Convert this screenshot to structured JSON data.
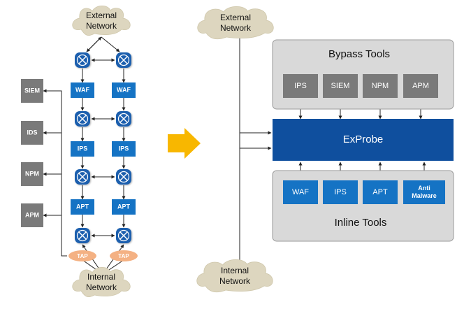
{
  "left": {
    "clouds": {
      "external": [
        "External",
        "Network"
      ],
      "internal": [
        "Internal",
        "Network"
      ]
    },
    "devices": [
      "WAF",
      "IPS",
      "APT"
    ],
    "side_tools": [
      "SIEM",
      "IDS",
      "NPM",
      "APM"
    ],
    "tap_label": "TAP"
  },
  "right": {
    "clouds": {
      "external": [
        "External",
        "Network"
      ],
      "internal": [
        "Internal",
        "Network"
      ]
    },
    "bypass": {
      "title": "Bypass Tools",
      "tools": [
        "IPS",
        "SIEM",
        "NPM",
        "APM"
      ]
    },
    "exprobe": "ExProbe",
    "inline": {
      "title": "Inline Tools",
      "tools": [
        [
          "WAF"
        ],
        [
          "IPS"
        ],
        [
          "APT"
        ],
        [
          "Anti",
          "Malware"
        ]
      ]
    }
  },
  "colors": {
    "cloud": "#ddd6bf",
    "device_blue": "#1573c4",
    "router_blue": "#1a5fae",
    "tool_gray": "#7a7a7a",
    "panel_gray": "#d9d9d9",
    "exprobe_blue": "#0f4f9e",
    "arrow_orange": "#f8b700",
    "tap_orange": "#f4b183"
  }
}
